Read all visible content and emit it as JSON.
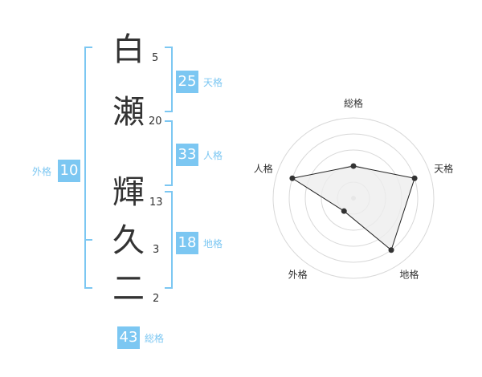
{
  "colors": {
    "accent": "#7cc7f2",
    "text": "#333333",
    "grid": "#d8d8d8",
    "polygon_fill": "#eeeeee"
  },
  "name": {
    "characters": [
      {
        "char": "白",
        "strokes": "5"
      },
      {
        "char": "瀬",
        "strokes": "20"
      },
      {
        "char": "輝",
        "strokes": "13"
      },
      {
        "char": "久",
        "strokes": "3"
      },
      {
        "char": "二",
        "strokes": "2"
      }
    ]
  },
  "kaku": {
    "tenkaku": {
      "label": "天格",
      "value": "25"
    },
    "jinkaku": {
      "label": "人格",
      "value": "33"
    },
    "chikaku": {
      "label": "地格",
      "value": "18"
    },
    "gaikaku": {
      "label": "外格",
      "value": "10"
    },
    "soukaku": {
      "label": "総格",
      "value": "43"
    }
  },
  "chart_data": {
    "type": "radar",
    "axes": [
      "総格",
      "天格",
      "地格",
      "外格",
      "人格"
    ],
    "values": [
      2,
      4,
      4,
      1,
      4
    ],
    "max": 5,
    "rings": 5
  }
}
